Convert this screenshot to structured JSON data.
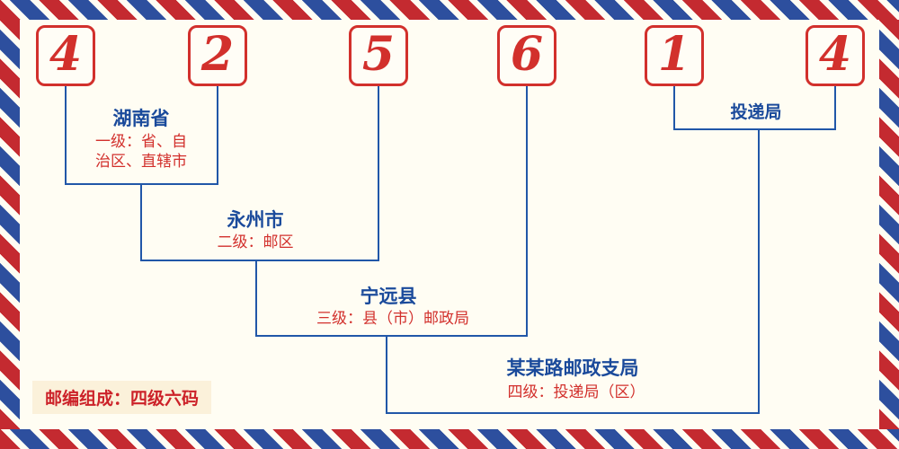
{
  "diagram_title": "postal-code-structure",
  "colors": {
    "red": "#d2302c",
    "stripe_red": "#c42a30",
    "stripe_blue": "#2d4f9e",
    "line_blue": "#2157a8",
    "name_blue": "#1a4a9b",
    "background": "#fffdf3",
    "badge_background": "#fbf1da"
  },
  "postal_code": {
    "digits": [
      "4",
      "2",
      "5",
      "6",
      "1",
      "4"
    ]
  },
  "levels": [
    {
      "id": "level-1",
      "name": "湖南省",
      "desc_lines": [
        "一级：省、自",
        "治区、直辖市"
      ]
    },
    {
      "id": "level-2",
      "name": "永州市",
      "desc": "二级：邮区"
    },
    {
      "id": "level-3",
      "name": "宁远县",
      "desc": "三级：县（市）邮政局"
    },
    {
      "id": "level-4",
      "name": "某某路邮政支局",
      "desc": "四级：投递局（区）"
    },
    {
      "id": "delivery",
      "name": "投递局"
    }
  ],
  "footer": {
    "composition": "邮编组成：四级六码"
  }
}
